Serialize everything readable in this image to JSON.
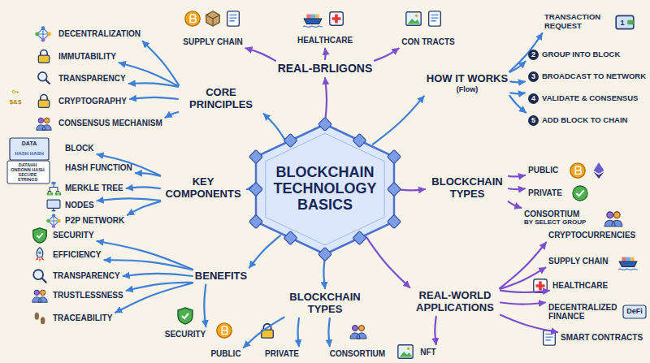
{
  "diagram": {
    "nodes": [
      {
        "text": [
          "BLOCKCHAIN TECHNOLOGY BASICS"
        ]
      },
      {
        "text": [
          "CORE PRINCIPLES"
        ]
      },
      {
        "text": [
          "DECENTRALIZATION"
        ]
      },
      {
        "text": [
          "IMMUTABILITY"
        ]
      },
      {
        "text": [
          "TRANSPARENCY"
        ]
      },
      {
        "text": [
          "CRYPTOGRAPHY"
        ]
      },
      {
        "text": [
          "CONSENSUS MECHANISM"
        ]
      },
      {
        "text": [
          "REAL-BRLIGONS"
        ]
      },
      {
        "text": [
          "SUPPLY CHAIN"
        ]
      },
      {
        "text": [
          "HEALTHCARE"
        ]
      },
      {
        "text": [
          "CON TRACTS"
        ]
      },
      {
        "text": [
          "HOW IT WORKS",
          "(Flow)"
        ]
      },
      {
        "text": [
          "TRANSACTION REQUEST"
        ]
      },
      {
        "text": [
          "2",
          "GROUP INTO BLOCK"
        ]
      },
      {
        "text": [
          "3",
          "BROADCAST TO NETWORK"
        ]
      },
      {
        "text": [
          "4",
          "VALIDATE & CONSENSUS"
        ]
      },
      {
        "text": [
          "5",
          "ADD BLOCK TO CHAIN"
        ]
      },
      {
        "text": [
          "BLOCKCHAIN TYPES"
        ]
      },
      {
        "text": [
          "PUBLIC"
        ]
      },
      {
        "text": [
          "PRIVATE"
        ]
      },
      {
        "text": [
          "CONSORTIUM",
          "BY SELECT GROUP"
        ]
      },
      {
        "text": [
          "REAL-WORLD APPLICATIONS"
        ]
      },
      {
        "text": [
          "CRYPTOCURRENCIES"
        ]
      },
      {
        "text": [
          "SUPPLY CHAIN"
        ]
      },
      {
        "text": [
          "HEALTHCARE"
        ]
      },
      {
        "text": [
          "DECENTRALIZED FINANCE"
        ]
      },
      {
        "text": [
          "NFT"
        ]
      },
      {
        "text": [
          "SMART CONTRACTS"
        ]
      },
      {
        "text": [
          "BLOCKCHAIN TYPES"
        ]
      },
      {
        "text": [
          "PUBLIC"
        ]
      },
      {
        "text": [
          "PRIVATE"
        ]
      },
      {
        "text": [
          "CONSORTIUM"
        ]
      },
      {
        "text": [
          "BENEFITS"
        ]
      },
      {
        "text": [
          "SECURITY"
        ]
      },
      {
        "text": [
          "EFFICIENCY"
        ]
      },
      {
        "text": [
          "TRANSPARENCY"
        ]
      },
      {
        "text": [
          "TRUSTLESSNESS"
        ]
      },
      {
        "text": [
          "TRACEABILITY"
        ]
      },
      {
        "text": [
          "SECURITY"
        ]
      },
      {
        "text": [
          "KEY COMPONENTS"
        ]
      },
      {
        "text": [
          "BLOCK"
        ]
      },
      {
        "text": [
          "HASH FUNCTION"
        ]
      },
      {
        "text": [
          "MERKLE TREE"
        ]
      },
      {
        "text": [
          "NODES"
        ]
      },
      {
        "text": [
          "P2P NETWORK"
        ]
      }
    ],
    "edges": [
      {
        "from": 0,
        "to": 1,
        "arrow": "to"
      },
      {
        "from": 0,
        "to": 7,
        "arrow": "to"
      },
      {
        "from": 0,
        "to": 11,
        "arrow": "to"
      },
      {
        "from": 0,
        "to": 17,
        "arrow": "to"
      },
      {
        "from": 0,
        "to": 21,
        "arrow": "to"
      },
      {
        "from": 0,
        "to": 28,
        "arrow": "to"
      },
      {
        "from": 0,
        "to": 32,
        "arrow": "to"
      },
      {
        "from": 0,
        "to": 39,
        "arrow": "to"
      },
      {
        "from": 1,
        "to": 2,
        "arrow": "to"
      },
      {
        "from": 1,
        "to": 3,
        "arrow": "to"
      },
      {
        "from": 1,
        "to": 4,
        "arrow": "to"
      },
      {
        "from": 1,
        "to": 5,
        "arrow": "to"
      },
      {
        "from": 1,
        "to": 6,
        "arrow": "to"
      },
      {
        "from": 7,
        "to": 8,
        "arrow": "to"
      },
      {
        "from": 7,
        "to": 9,
        "arrow": "to"
      },
      {
        "from": 7,
        "to": 10,
        "arrow": "to"
      },
      {
        "from": 11,
        "to": 12,
        "arrow": "to"
      },
      {
        "from": 11,
        "to": 13,
        "arrow": "to"
      },
      {
        "from": 11,
        "to": 14,
        "arrow": "to"
      },
      {
        "from": 11,
        "to": 15,
        "arrow": "to"
      },
      {
        "from": 11,
        "to": 16,
        "arrow": "to"
      },
      {
        "from": 17,
        "to": 18,
        "arrow": "to"
      },
      {
        "from": 17,
        "to": 19,
        "arrow": "to"
      },
      {
        "from": 17,
        "to": 20,
        "arrow": "to"
      },
      {
        "from": 21,
        "to": 22,
        "arrow": "to"
      },
      {
        "from": 21,
        "to": 23,
        "arrow": "to"
      },
      {
        "from": 21,
        "to": 24,
        "arrow": "to"
      },
      {
        "from": 21,
        "to": 25,
        "arrow": "to"
      },
      {
        "from": 21,
        "to": 26,
        "arrow": "to"
      },
      {
        "from": 21,
        "to": 27,
        "arrow": "to"
      },
      {
        "from": 28,
        "to": 29,
        "arrow": "to"
      },
      {
        "from": 28,
        "to": 30,
        "arrow": "to"
      },
      {
        "from": 28,
        "to": 31,
        "arrow": "to"
      },
      {
        "from": 32,
        "to": 33,
        "arrow": "to"
      },
      {
        "from": 32,
        "to": 34,
        "arrow": "to"
      },
      {
        "from": 32,
        "to": 35,
        "arrow": "to"
      },
      {
        "from": 32,
        "to": 36,
        "arrow": "to"
      },
      {
        "from": 32,
        "to": 37,
        "arrow": "to"
      },
      {
        "from": 32,
        "to": 38,
        "arrow": "to"
      },
      {
        "from": 39,
        "to": 40,
        "arrow": "to"
      },
      {
        "from": 39,
        "to": 41,
        "arrow": "to"
      },
      {
        "from": 39,
        "to": 42,
        "arrow": "to"
      },
      {
        "from": 39,
        "to": 43,
        "arrow": "to"
      },
      {
        "from": 39,
        "to": 44,
        "arrow": "to"
      }
    ],
    "labels": [
      "1",
      "DATA",
      "HASH HASH",
      "DATAHH ONDONN HASH SECURE STRINGS",
      "$&$",
      "DeFi"
    ]
  }
}
